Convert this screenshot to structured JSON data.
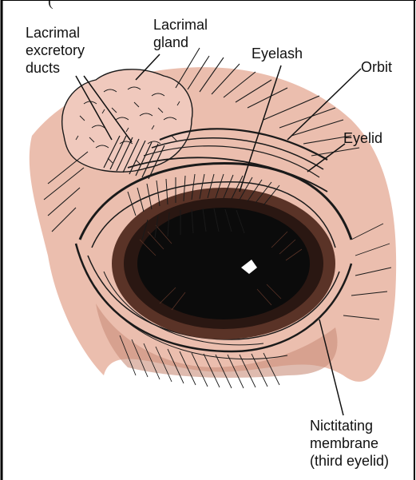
{
  "diagram": {
    "header_fragment": "(",
    "labels": {
      "lacrimal_ducts": "Lacrimal\nexcretory\nducts",
      "lacrimal_gland": "Lacrimal\ngland",
      "eyelash": "Eyelash",
      "orbit": "Orbit",
      "eyelid": "Eyelid",
      "nictitating": "Nictitating\nmembrane\n(third eyelid)"
    },
    "colors": {
      "skin": "#e8b3a0",
      "skin_dark": "#c98d7a",
      "gland": "#f0c9bd",
      "ink": "#1a1a1a",
      "pupil": "#0b0b0b",
      "iris_brown": "#5a3327",
      "highlight": "#ffffff"
    }
  }
}
